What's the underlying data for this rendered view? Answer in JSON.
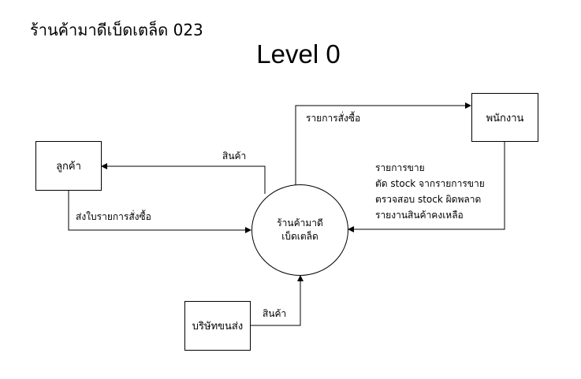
{
  "header": {
    "corner_title": "ร้านค้ามาดีเบ็ดเตล็ด 023",
    "level_title": "Level 0"
  },
  "entities": {
    "customer": "ลูกค้า",
    "employee": "พนักงาน",
    "transport": "บริษัทขนส่ง"
  },
  "process": {
    "line1": "ร้านค้ามาดี",
    "line2": "เบ็ดเตล็ด"
  },
  "flows": {
    "process_to_customer": "สินค้า",
    "customer_to_process": "ส่งใบรายการสั่งซื้อ",
    "process_to_employee": "รายการสั่งซื้อ",
    "employee_to_process": [
      "รายการขาย",
      "ตัด stock จากรายการขาย",
      "ตรวจสอบ stock ผิดพลาด",
      "รายงานสินค้าคงเหลือ"
    ],
    "transport_to_process": "สินค้า"
  }
}
